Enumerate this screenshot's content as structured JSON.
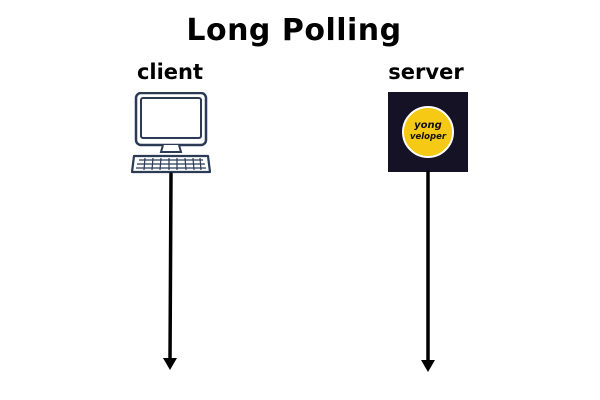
{
  "title": "Long Polling",
  "client": {
    "label": "client",
    "icon": "desktop-computer-icon"
  },
  "server": {
    "label": "server",
    "logo_line_1": "yong",
    "logo_line_2": "veloper",
    "icon": "yongveloper-logo",
    "logo_background": "#151226",
    "logo_circle_color": "#f6c915"
  },
  "colors": {
    "background": "#ffffff",
    "ink": "#000000",
    "computer_stroke": "#2b3a55",
    "computer_fill": "#ffffff"
  }
}
